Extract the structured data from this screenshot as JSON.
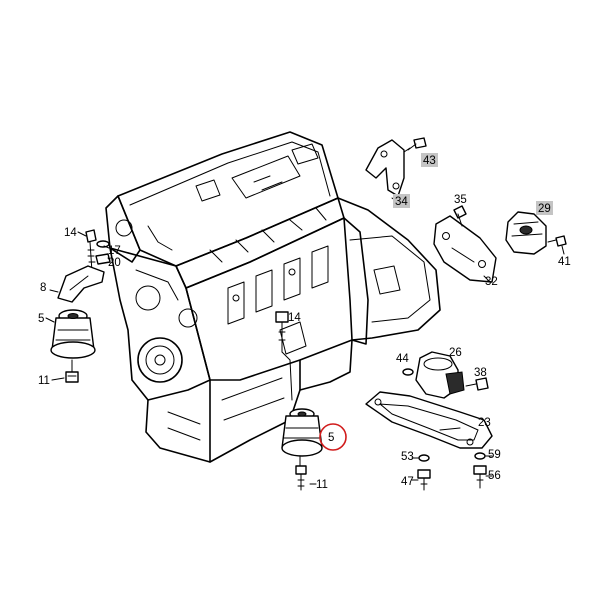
{
  "diagram": {
    "labels": {
      "p5_left": "5",
      "p8": "8",
      "p11_left": "11",
      "p14_left": "14",
      "p17": "17",
      "p20": "20",
      "p14_center": "14",
      "p5_center": "5",
      "p11_center": "11",
      "p43": "43",
      "p34": "34",
      "p35": "35",
      "p29": "29",
      "p41": "41",
      "p32": "32",
      "p44": "44",
      "p26": "26",
      "p38": "38",
      "p23": "23",
      "p53": "53",
      "p59": "59",
      "p47": "47",
      "p56": "56"
    },
    "highlight_color": "#d11c1c",
    "callout_fill": "#c4c4c4"
  }
}
